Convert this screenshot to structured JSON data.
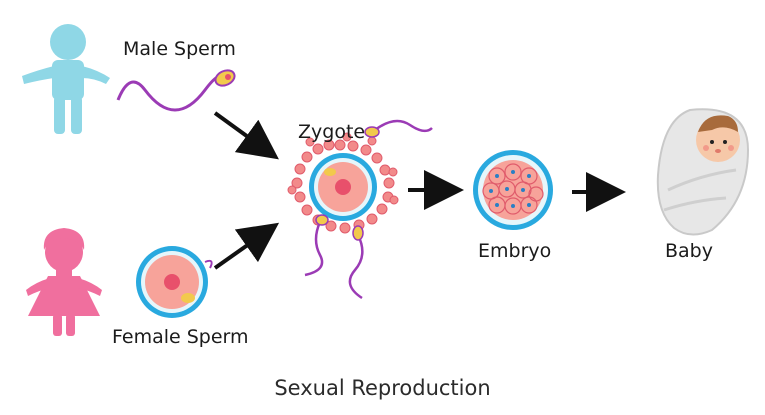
{
  "labels": {
    "male_sperm": "Male Sperm",
    "female_sperm": "Female Sperm",
    "zygote": "Zygote",
    "embryo": "Embryo",
    "baby": "Baby"
  },
  "caption": "Sexual Reproduction",
  "colors": {
    "male_figure": "#8fd7e6",
    "female_figure": "#f06f9e",
    "sperm_tail": "#9b3bb5",
    "sperm_head": "#f2c94c",
    "cell_outer": "#29a9df",
    "cell_inner": "#f7a39a",
    "nucleus": "#e8506b",
    "arrow": "#111111"
  }
}
